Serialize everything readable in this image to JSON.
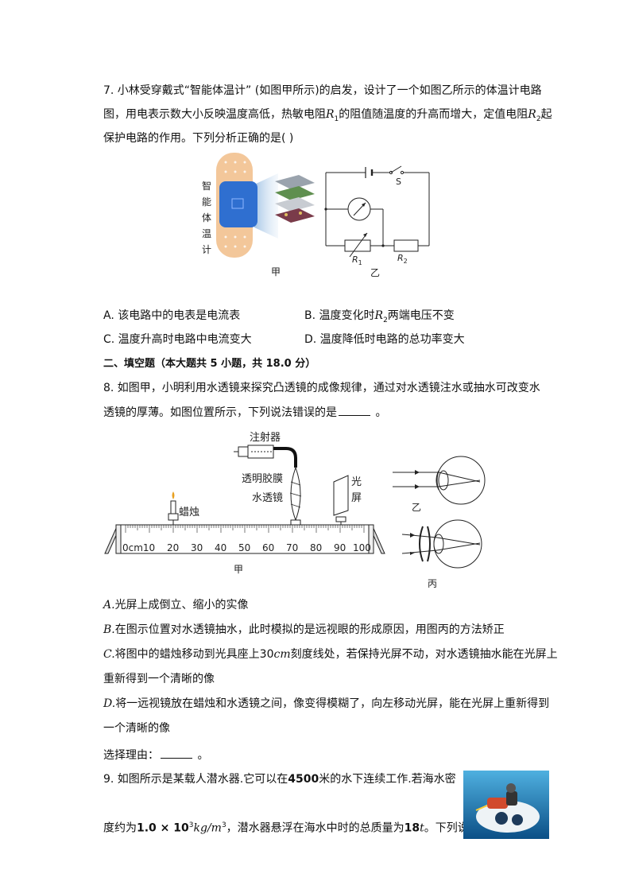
{
  "q7": {
    "line1": "7.  小林受穿戴式“智能体温计” (如图甲所示)的启发，设计了一个如图乙所示的体温计电路",
    "line2_a": "图，用电表示数大小反映温度高低，热敏电阻",
    "line2_r1": "R",
    "line2_sub1": "1",
    "line2_b": "的阻值随温度的升高而增大，定值电阻",
    "line2_r2": "R",
    "line2_sub2": "2",
    "line2_c": "起",
    "line3": "保护电路的作用。下列分析正确的是(    )",
    "fig_jia_vertical": [
      "智",
      "能",
      "体",
      "温",
      "计"
    ],
    "fig_jia_caption": "甲",
    "fig_yi_caption": "乙",
    "fig_yi_switch": "S",
    "fig_yi_r1": "R",
    "fig_yi_r1_sub": "1",
    "fig_yi_r2": "R",
    "fig_yi_r2_sub": "2",
    "optA": "A.  该电路中的电表是电流表",
    "optB_a": "B.  温度变化时",
    "optB_r": "R",
    "optB_sub": "2",
    "optB_b": "两端电压不变",
    "optC": "C.  温度升高时电路中电流变大",
    "optD": "D.  温度降低时电路的总功率变大"
  },
  "section2": "二、填空题（本大题共 5 小题，共 18.0 分）",
  "q8": {
    "line1": "8.  如图甲，小明利用水透镜来探究凸透镜的成像规律，通过对水透镜注水或抽水可改变水",
    "line2_a": "透镜的厚薄。如图位置所示，下列说法错误的是",
    "line2_b": " 。",
    "fig_syringe": "注射器",
    "fig_film": "透明胶膜",
    "fig_lens": "水透镜",
    "fig_candle": "蜡烛",
    "fig_screen1": "光",
    "fig_screen2": "屏",
    "fig_ticks": [
      "0cm10",
      "20",
      "30",
      "40",
      "50",
      "60",
      "70",
      "80",
      "90",
      "100"
    ],
    "fig_jia_caption": "甲",
    "fig_yi_caption": "乙",
    "fig_bing_caption": "丙",
    "optA_letter": "A.",
    "optA": "光屏上成倒立、缩小的实像",
    "optB_letter": "B.",
    "optB": "在图示位置对水透镜抽水，此时模拟的是远视眼的形成原因，用图丙的方法矫正",
    "optC_letter": "C.",
    "optC_a": "将图中的蜡烛移动到光具座上30",
    "optC_unit": "cm",
    "optC_b": "刻度线处，若保持光屏不动，对水透镜抽水能在光屏上",
    "optC_line2": "重新得到一个清晰的像",
    "optD_letter": "D.",
    "optD": "将一远视镜放在蜡烛和水透镜之间，像变得模糊了，向左移动光屏，能在光屏上重新得到",
    "optD_line2": "一个清晰的像",
    "reason_a": "选择理由：",
    "reason_b": " 。"
  },
  "q9": {
    "line1_a": "9.  如图所示是某载人潜水器.它可以在",
    "line1_num": "4500",
    "line1_b": "米的水下连续工作.若海水密",
    "line2_a": "度约为",
    "line2_formula": "1.0 × 10",
    "line2_exp": "3",
    "line2_unit": "kg/m",
    "line2_unit_exp": "3",
    "line2_b": "，潜水器悬浮在海水中时的总质量为",
    "line2_mass": "18",
    "line2_t": "t",
    "line2_c": "。下列说"
  },
  "colors": {
    "patch": "#f3c79a",
    "device": "#2f6fd0",
    "sea": "#1a7ab8"
  }
}
